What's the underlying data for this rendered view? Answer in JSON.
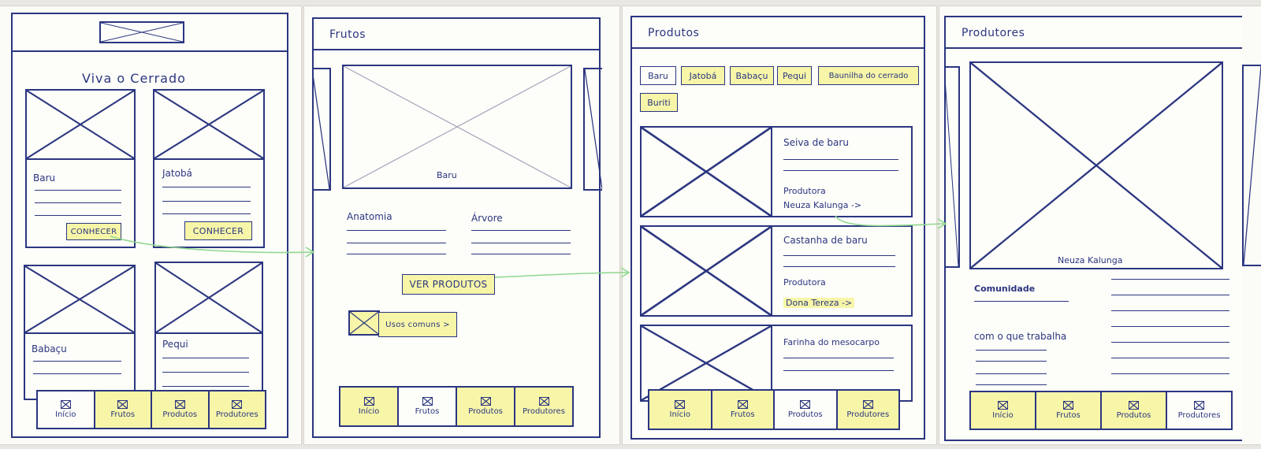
{
  "screens": {
    "home": {
      "heading": "Viva o Cerrado",
      "cards": [
        {
          "name": "Baru",
          "button": "CONHECER"
        },
        {
          "name": "Jatobá",
          "button": "CONHECER"
        },
        {
          "name": "Babaçu"
        },
        {
          "name": "Pequi"
        }
      ],
      "nav": [
        "Início",
        "Frutos",
        "Produtos",
        "Produtores"
      ]
    },
    "frutos": {
      "title": "Frutos",
      "hero_caption": "Baru",
      "col1_title": "Anatomia",
      "col2_title": "Árvore",
      "products_button": "VER PRODUTOS",
      "common_uses": "Usos comuns >",
      "nav": [
        "Início",
        "Frutos",
        "Produtos",
        "Produtores"
      ]
    },
    "produtos": {
      "title": "Produtos",
      "chips": [
        "Baru",
        "Jatobá",
        "Babaçu",
        "Pequi",
        "Baunilha do cerrado",
        "Buriti"
      ],
      "items": [
        {
          "title": "Seiva de baru",
          "producer_label": "Produtora",
          "producer": "Neuza Kalunga ->"
        },
        {
          "title": "Castanha de baru",
          "producer_label": "Produtora",
          "producer": "Dona Tereza ->"
        },
        {
          "title": "Farinha do mesocarpo"
        }
      ],
      "nav": [
        "Início",
        "Frutos",
        "Produtos",
        "Produtores"
      ]
    },
    "produtores": {
      "title": "Produtores",
      "hero_caption": "Neuza Kalunga",
      "community_label": "Comunidade",
      "work_label": "com o que trabalha",
      "nav": [
        "Início",
        "Frutos",
        "Produtos",
        "Produtores"
      ]
    }
  },
  "colors": {
    "ink": "#2b3680",
    "highlight": "#f7f6a8",
    "flow_arrow": "#8fd88f",
    "paper": "#fbfbf7"
  },
  "icons": {
    "image_placeholder": "crossed-box-icon",
    "nav": "crossed-box-icon"
  }
}
